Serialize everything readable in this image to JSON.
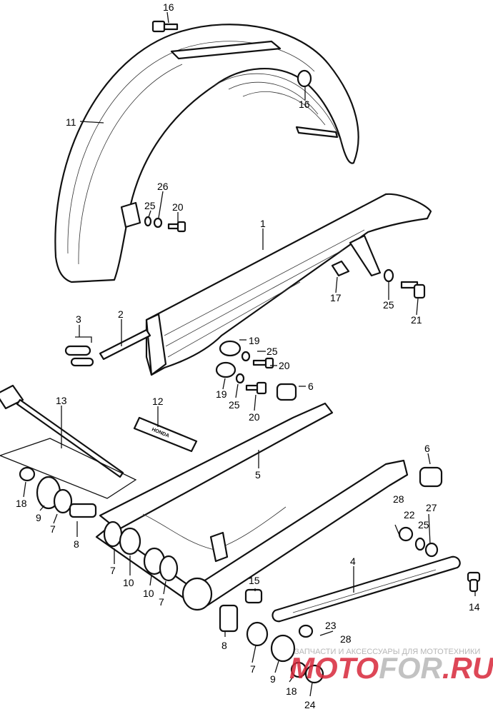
{
  "diagram": {
    "callouts": [
      {
        "id": "c16a",
        "text": "16"
      },
      {
        "id": "c16b",
        "text": "16"
      },
      {
        "id": "c11",
        "text": "11"
      },
      {
        "id": "c26",
        "text": "26"
      },
      {
        "id": "c25a",
        "text": "25"
      },
      {
        "id": "c20a",
        "text": "20"
      },
      {
        "id": "c1",
        "text": "1"
      },
      {
        "id": "c17",
        "text": "17"
      },
      {
        "id": "c25b",
        "text": "25"
      },
      {
        "id": "c21",
        "text": "21"
      },
      {
        "id": "c3",
        "text": "3"
      },
      {
        "id": "c2",
        "text": "2"
      },
      {
        "id": "c19a",
        "text": "19"
      },
      {
        "id": "c25c",
        "text": "25"
      },
      {
        "id": "c20b",
        "text": "20"
      },
      {
        "id": "c19b",
        "text": "19"
      },
      {
        "id": "c25d",
        "text": "25"
      },
      {
        "id": "c20c",
        "text": "20"
      },
      {
        "id": "c6a",
        "text": "6"
      },
      {
        "id": "c13",
        "text": "13"
      },
      {
        "id": "c12",
        "text": "12"
      },
      {
        "id": "c5",
        "text": "5"
      },
      {
        "id": "c6b",
        "text": "6"
      },
      {
        "id": "c18a",
        "text": "18"
      },
      {
        "id": "c9a",
        "text": "9"
      },
      {
        "id": "c7a",
        "text": "7"
      },
      {
        "id": "c8a",
        "text": "8"
      },
      {
        "id": "c28a",
        "text": "28"
      },
      {
        "id": "c22",
        "text": "22"
      },
      {
        "id": "c27",
        "text": "27"
      },
      {
        "id": "c25e",
        "text": "25"
      },
      {
        "id": "c4",
        "text": "4"
      },
      {
        "id": "c7b",
        "text": "7"
      },
      {
        "id": "c10a",
        "text": "10"
      },
      {
        "id": "c10b",
        "text": "10"
      },
      {
        "id": "c7c",
        "text": "7"
      },
      {
        "id": "c15",
        "text": "15"
      },
      {
        "id": "c14",
        "text": "14"
      },
      {
        "id": "c8b",
        "text": "8"
      },
      {
        "id": "c23",
        "text": "23"
      },
      {
        "id": "c28b",
        "text": "28"
      },
      {
        "id": "c7d",
        "text": "7"
      },
      {
        "id": "c9b",
        "text": "9"
      },
      {
        "id": "c18b",
        "text": "18"
      },
      {
        "id": "c24",
        "text": "24"
      }
    ],
    "emblem_text": "HONDA"
  },
  "watermark": {
    "caption": "ЗАПЧАСТИ И АКСЕССУАРЫ ДЛЯ МОТОТЕХНИКИ",
    "logo_part1": "MOTO",
    "logo_part2": "FOR",
    "logo_part3": ".RU",
    "logo_red": "#d8283a",
    "logo_gray": "#b8b8b8"
  }
}
